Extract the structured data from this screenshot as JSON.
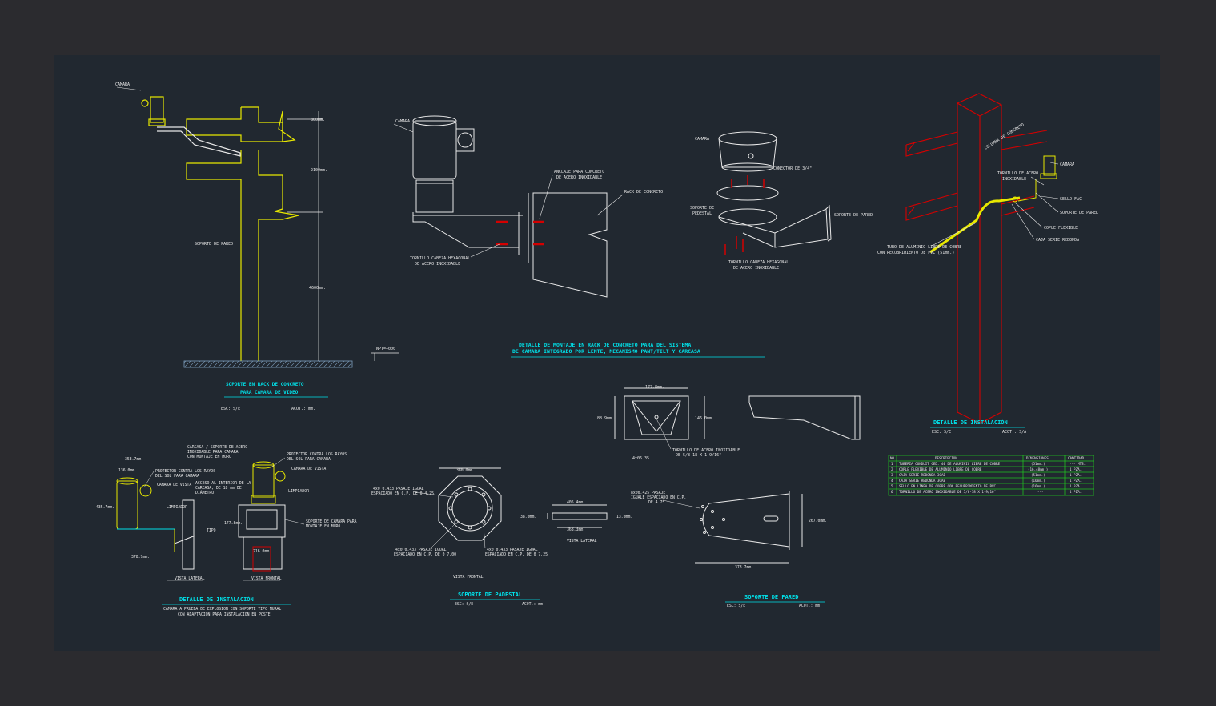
{
  "colors": {
    "background": "#2b2b2f",
    "sheet": "#212830",
    "yellow": "#e8e800",
    "cyan": "#00e0e8",
    "white": "#e8e8e8",
    "red": "#d40000",
    "green": "#20c020"
  },
  "pole_detail": {
    "camara": "CAMARA",
    "dim_top": "800mm.",
    "dim_mid": "2100mm.",
    "dim_low": "4600mm.",
    "soporte_pared": "SOPORTE DE PARED",
    "npt": "NPT=+000",
    "title_1": "SOPORTE EN RACK DE CONCRETO",
    "title_2": "PARA CÁMARA DE VIDEO",
    "scale": "ESC: S/E",
    "units": "ACOT.: mm."
  },
  "rack_detail": {
    "camara": "CAMARA",
    "anclaje_1": "ANCLAJE PARA CONCRETO",
    "anclaje_2": "DE ACERO INOXIDABLE",
    "rack": "RACK DE CONCRETO",
    "tornillo_1": "TORNILLO CABEZA HEXAGONAL",
    "tornillo_2": "DE ACERO INOXIDABLE",
    "title_1": "DETALLE DE MONTAJE EN RACK DE CONCRETO PARA DEL SISTEMA",
    "title_2": "DE CAMARA INTEGRADO POR LENTE, MECANISMO PANT/TILT Y CARCASA"
  },
  "exploded": {
    "camara": "CAMARA",
    "conector": "CONECTOR DE 3/4\"",
    "soporte_pedestal_1": "SOPORTE DE",
    "soporte_pedestal_2": "PEDESTAL",
    "soporte_pared": "SOPORTE DE PARED",
    "tornillo_1": "TORNILLO CABEZA HEXAGONAL",
    "tornillo_2": "DE ACERO INOXIDABLE"
  },
  "install_3d": {
    "columna": "COLUMNA DE CONCRETO",
    "camara": "CAMARA",
    "tornillo_1": "TORNILLO DE ACERO",
    "tornillo_2": "INOXIDABLE",
    "sello": "SELLO FAC",
    "soporte_pared": "SOPORTE DE PARED",
    "tubo_1": "TUBO DE ALUMINIO LIBRE DE COBRE",
    "tubo_2": "CON RECUBRIMIENTO DE PVC (51mm.)",
    "cople": "COPLE FLEXIBLE",
    "caja": "CAJA SERIE REDONDA",
    "title": "DETALLE DE INSTALACIÓN",
    "scale": "ESC: S/E",
    "units": "ACOT.: S/A"
  },
  "wall_bracket": {
    "dim_w": "177.8mm.",
    "dim_h1": "88.9mm.",
    "dim_h2": "146.0mm.",
    "ref": "4x06.35",
    "tornillo_1": "TORNILLO DE ACERO INOXIDABLE",
    "tornillo_2": "DE 5/8-18 X 1-9/16\""
  },
  "materials_table": {
    "headers": [
      "NO.",
      "DESCRIPCION",
      "DIMENSIONES",
      "CANTIDAD"
    ],
    "rows": [
      [
        "1",
        "TUBERIA CONDUIT CED. 40 DE ALUMINIO LIBRE DE COBRE",
        "(51mm.)",
        "--- MTS."
      ],
      [
        "2",
        "COPLE FLEXIBLE DE ALUMINIO LIBRE DE COBRE",
        "(16.48mm.)",
        "1 PZA."
      ],
      [
        "3",
        "CAJA SERIE REDONDA 3GAE",
        "(51mm.)",
        "1 PZA."
      ],
      [
        "4",
        "CAJA SERIE REDONDA 3GAE",
        "(16mm.)",
        "1 PZA."
      ],
      [
        "5",
        "SELLO EN LINEA DE COBRE CON RECUBRIMIENTO DE PVC",
        "(16mm.)",
        "1 PZA."
      ],
      [
        "6",
        "TORNILLO DE ACERO INOXIDABLE DE 5/8-18 X 1-9/16\"",
        "---",
        "4 PZA."
      ]
    ]
  },
  "install_detail_2": {
    "dim_1": "353.7mm.",
    "dim_2": "136.0mm.",
    "dim_3": "435.7mm.",
    "dim_4": "378.7mm.",
    "dim_5": "177.8mm.",
    "dim_6": "216.0mm.",
    "protector_1": "PROTECTOR CONTRA LOS RAYOS",
    "protector_2": "DEL SOL PARA CAMARA",
    "camara_1": "CARCASA / SOPORTE DE ACERO",
    "camara_2": "INOXIDABLE PARA CAMARA",
    "camara_3": "CON MONTAJE EN MURO",
    "camara_vista": "CAMARA DE VISTA",
    "limpiador": "LIMPIADOR",
    "acceso_1": "ACCESO AL INTERIOR DE LA",
    "acceso_2": "CARCASA, DE 18 mm DE",
    "acceso_3": "DIÁMETRO",
    "tipo": "TIPO",
    "soporte_1": "SOPORTE DE CAMARA PARA",
    "soporte_2": "MONTAJE EN MURO.",
    "vista_lateral": "VISTA LATERAL",
    "vista_frontal": "VISTA FRONTAL",
    "title": "DETALLE DE INSTALACIÓN",
    "note_1": "CAMARA A PRUEBA DE EXPLOSION CON SOPORTE TIPO MURAL",
    "note_2": "CON ADAPTACION PARA INSTALACION EN POSTE"
  },
  "pedestal": {
    "dim_d": "380.0mm.",
    "note_tl_1": "4x0 0.433 PASAJE IGUAL",
    "note_tl_2": "ESPACIADO EN C.P. DE 0 4.75",
    "note_bl_1": "4x0 0.433 PASAJE IGUAL",
    "note_bl_2": "ESPACIADO EN C.P. DE 0 7.00",
    "note_br_1": "4x0 0.433 PASAJE IGUAL",
    "note_br_2": "ESPACIADO EN C.P. DE 0 7.25",
    "vista_frontal": "VISTA FRONTAL",
    "dim_side_1": "406.4mm.",
    "dim_side_2": "38.0mm.",
    "dim_side_3": "368.3mm.",
    "dim_side_4": "13.0mm.",
    "vista_lateral": "VISTA LATERAL",
    "title": "SOPORTE DE PADESTAL",
    "scale": "ESC: S/E",
    "units": "ACOT.: mm."
  },
  "wall_support": {
    "note_1": "8x00.425 PASAJE",
    "note_2": "IGUALE ESPACIADO EN C.P.",
    "note_3": "DE 4.75",
    "dim_h": "267.0mm.",
    "dim_w": "378.7mm.",
    "title": "SOPORTE DE PARED",
    "scale": "ESC: S/E",
    "units": "ACOT.: mm."
  }
}
